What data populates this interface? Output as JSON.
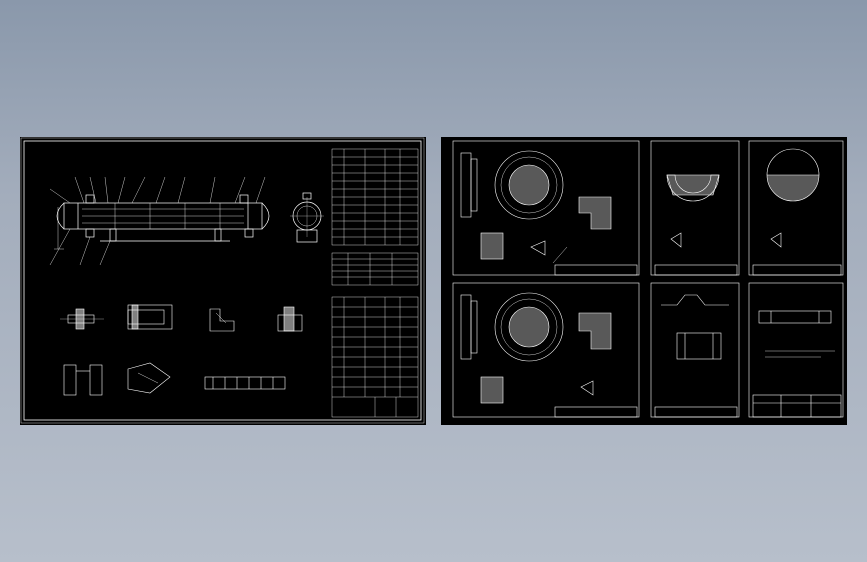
{
  "canvas": {
    "background_color": "#9aa5b5",
    "paper_color": "#000000",
    "line_color": "#ffffff",
    "hatch_color": "#ffffff"
  },
  "drawings": {
    "left_sheet": {
      "label": "",
      "views": [
        "heat-exchanger-elevation",
        "end-view",
        "detail-views",
        "parts-list-table",
        "nozzle-table",
        "title-block"
      ]
    },
    "right_sheet": {
      "label": "",
      "panels": [
        "tube-sheet-1",
        "baffle-1",
        "baffle-2",
        "tube-sheet-2",
        "saddle-support",
        "flange-detail"
      ]
    }
  }
}
